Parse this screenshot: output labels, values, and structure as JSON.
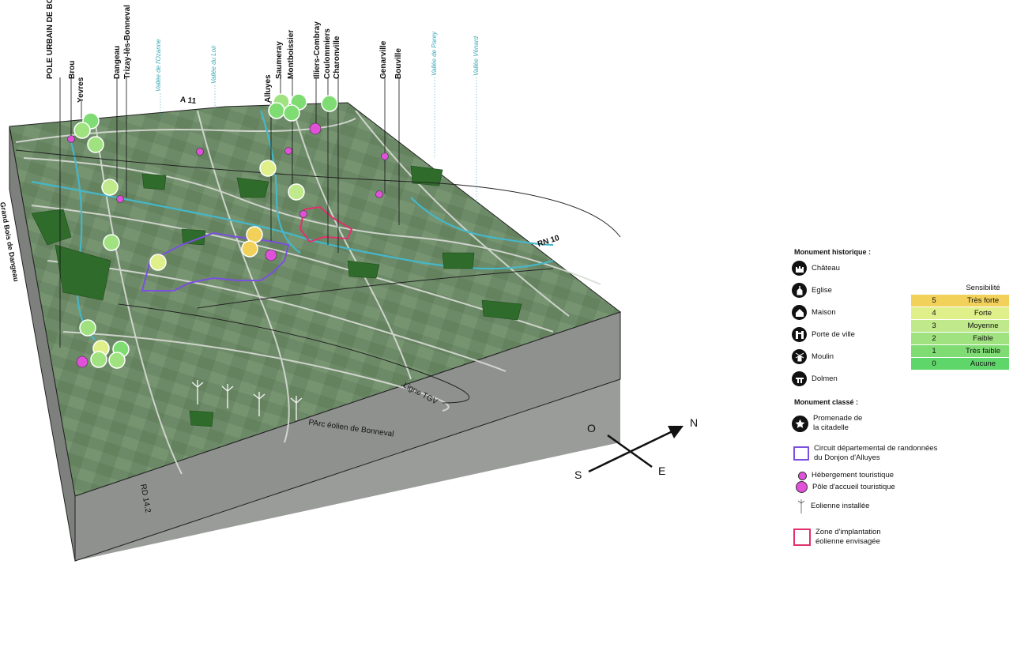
{
  "towns": [
    "POLE URBAIN DE BONNEVAL",
    "Brou",
    "Yevres",
    "Dangeau",
    "Trizay-lès-Bonneval",
    "Alluyes",
    "Saumeray",
    "Montboissier",
    "Illiers-Combray",
    "Coulommiers",
    "Charonville",
    "Genarville",
    "Bouville"
  ],
  "valleys": [
    "Vallée de l'Ozanne",
    "Vallée du Loir",
    "Vallée de Parey",
    "Vallée Vénard"
  ],
  "map_labels": {
    "a11": "A 11",
    "rn10": "RN 10",
    "grand_bois": "Grand Bois de Dangeau",
    "ligne_tgv": "Ligne TGV",
    "parc_eolien": "PArc éolien de Bonneval",
    "rd142": "RD 14.2"
  },
  "legend": {
    "monument_historique_title": "Monument historique :",
    "monuments": [
      {
        "label": "Château",
        "icon": "chateau-icon"
      },
      {
        "label": "Eglise",
        "icon": "eglise-icon"
      },
      {
        "label": "Maison",
        "icon": "maison-icon"
      },
      {
        "label": "Porte de ville",
        "icon": "porte-icon"
      },
      {
        "label": "Moulin",
        "icon": "moulin-icon"
      },
      {
        "label": "Dolmen",
        "icon": "dolmen-icon"
      }
    ],
    "monument_classe_title": "Monument classé :",
    "promenade_line1": "Promenade de",
    "promenade_line2": "la citadelle",
    "circuit_line1": "Circuit départemental de randonnées",
    "circuit_line2": "du Donjon d'Alluyes",
    "hebergement": "Hébergement touristique",
    "pole_accueil": "Pôle d'accueil touristique",
    "eolienne": "Eolienne installée",
    "zone_line1": "Zone d'implantation",
    "zone_line2": "éolienne envisagée",
    "sensibilite_header": "Sensibilité",
    "sensibilite": [
      {
        "level": "5",
        "label": "Très forte",
        "color": "#f2d15a"
      },
      {
        "level": "4",
        "label": "Forte",
        "color": "#dff08a"
      },
      {
        "level": "3",
        "label": "Moyenne",
        "color": "#bfe98a"
      },
      {
        "level": "2",
        "label": "Faible",
        "color": "#9fe27f"
      },
      {
        "level": "1",
        "label": "Très faible",
        "color": "#7fdc73"
      },
      {
        "level": "0",
        "label": "Aucune",
        "color": "#5fd66a"
      }
    ]
  },
  "compass": {
    "n": "N",
    "s": "S",
    "e": "E",
    "o": "O"
  },
  "colors": {
    "terrain": "#6f8c6a",
    "forest": "#2f6b2a",
    "water": "#45b7c9",
    "road": "#d9dcd6",
    "side_front": "#8c8e8c",
    "side_right": "#a5a7a5",
    "circuit": "#7b4fe0",
    "zone": "#e0316d",
    "hebergement": "#e050d8"
  }
}
